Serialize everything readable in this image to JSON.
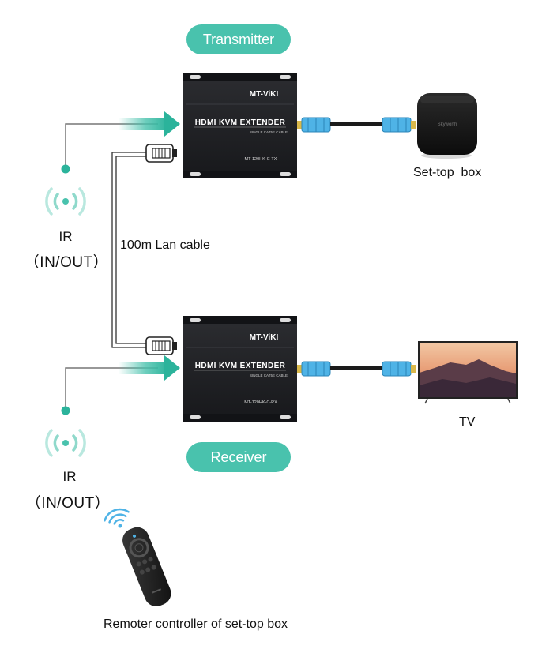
{
  "colors": {
    "accent": "#49c2ad",
    "device": "#1f2024",
    "cable": "#4fb3e6",
    "wire": "#2a2a2a"
  },
  "transmitter": {
    "title": "Transmitter",
    "brand": "MT-ViKI",
    "product_name": "HDMI KVM EXTENDER",
    "product_sub": "SINGLE CAT5E CABLE",
    "model": "MT-120HK-C-TX"
  },
  "receiver": {
    "title": "Receiver",
    "brand": "MT-ViKI",
    "product_name": "HDMI KVM EXTENDER",
    "product_sub": "SINGLE CAT5E CABLE",
    "model": "MT-120HK-C-RX"
  },
  "lan_cable": {
    "label": "100m Lan cable"
  },
  "set_top_box": {
    "label": "Set-top  box",
    "brand_mark": "Skyworth"
  },
  "tv": {
    "label": "TV"
  },
  "ir_top": {
    "label": "IR",
    "mode": "（IN/OUT）"
  },
  "ir_bottom": {
    "label": "IR",
    "mode": "（IN/OUT）"
  },
  "remote": {
    "label": "Remoter controller of set-top box"
  },
  "icons": [
    "ir-signal-icon",
    "ir-signal-icon",
    "wifi-signal-icon",
    "arrow-right-icon",
    "arrow-right-icon",
    "rj45-connector-icon",
    "rj45-connector-icon",
    "hdmi-plug-icon"
  ]
}
